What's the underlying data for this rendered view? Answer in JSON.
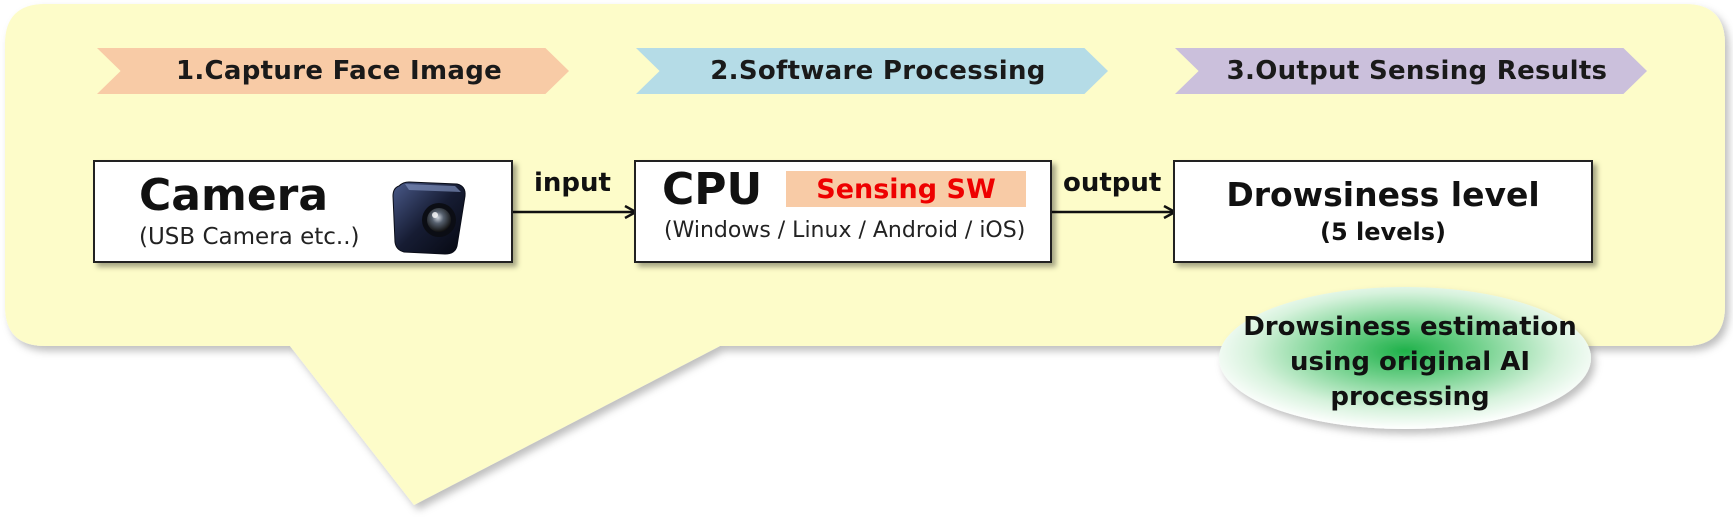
{
  "colors": {
    "callout_fill": "#fdfcc9",
    "banner1": "#f8cba6",
    "banner2": "#b5dce7",
    "banner3": "#cbc0dc",
    "sensing_bg": "#f8cba6",
    "sensing_text": "#ee0000",
    "ellipse_green": "#22b14c"
  },
  "steps": [
    {
      "label": "1.Capture Face Image"
    },
    {
      "label": "2.Software Processing"
    },
    {
      "label": "3.Output Sensing Results"
    }
  ],
  "camera": {
    "title": "Camera",
    "subtitle": "(USB Camera etc..)",
    "icon": "webcam-icon"
  },
  "cpu": {
    "title": "CPU",
    "tag": "Sensing SW",
    "subtitle": "(Windows / Linux / Android / iOS)"
  },
  "output_box": {
    "title": "Drowsiness level",
    "subtitle": "(5 levels)"
  },
  "connectors": {
    "input_label": "input",
    "output_label": "output"
  },
  "note": {
    "lines": [
      "Drowsiness estimation",
      "using original AI",
      "processing"
    ]
  }
}
